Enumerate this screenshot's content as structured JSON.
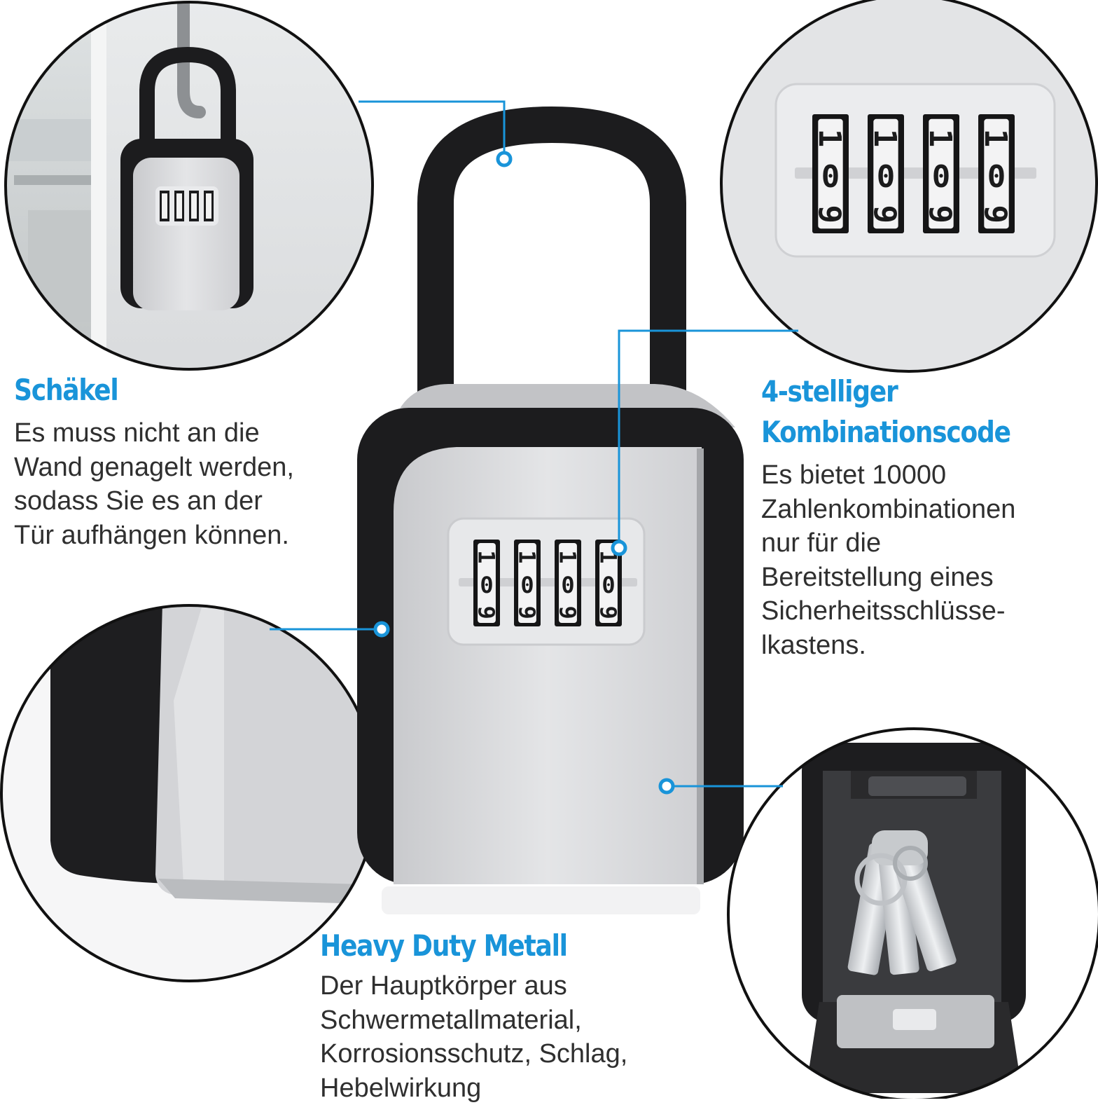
{
  "colors": {
    "accent": "#1994d9",
    "body_text": "#2f2f2f",
    "lock_black": "#1c1c1e",
    "lock_silver": "#d6d7da"
  },
  "dials": {
    "digits": [
      "1",
      "0",
      "9"
    ],
    "count": 4
  },
  "features": {
    "shackle": {
      "title": "Schäkel",
      "lines": [
        "Es muss nicht an die",
        "Wand genagelt werden,",
        "sodass Sie es an der",
        "Tür aufhängen können."
      ]
    },
    "code": {
      "title_lines": [
        "4-stelliger",
        "Kombinationscode"
      ],
      "lines": [
        "Es bietet 10000",
        "Zahlenkombinationen",
        "nur für die",
        "Bereitstellung eines",
        "Sicherheitsschlüsse-",
        "lkastens."
      ]
    },
    "metal": {
      "title": "Heavy Duty Metall",
      "lines": [
        "Der Hauptkörper aus",
        "Schwermetallmaterial,",
        "Korrosionsschutz, Schlag,",
        "Hebelwirkung"
      ]
    }
  }
}
